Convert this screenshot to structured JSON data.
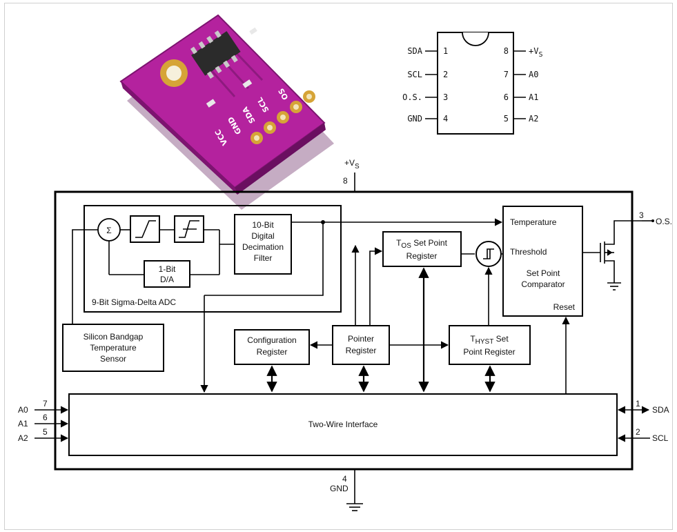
{
  "module": {
    "pins": [
      "VCC",
      "GND",
      "SDA",
      "SCL",
      "OS"
    ]
  },
  "pinout": {
    "left": [
      {
        "name": "SDA",
        "num": "1"
      },
      {
        "name": "SCL",
        "num": "2"
      },
      {
        "name": "O.S.",
        "num": "3"
      },
      {
        "name": "GND",
        "num": "4"
      }
    ],
    "right": [
      {
        "name": "+V",
        "sub": "S",
        "num": "8"
      },
      {
        "name": "A0",
        "num": "7"
      },
      {
        "name": "A1",
        "num": "6"
      },
      {
        "name": "A2",
        "num": "5"
      }
    ]
  },
  "diagram": {
    "vs_label": "+V",
    "vs_sub": "S",
    "vs_pin": "8",
    "gnd_label": "GND",
    "gnd_pin": "4",
    "adc_label": "9-Bit Sigma-Delta ADC",
    "sigma_symbol": "Σ",
    "dac_line1": "1-Bit",
    "dac_line2": "D/A",
    "filter_line1": "10-Bit",
    "filter_line2": "Digital",
    "filter_line3": "Decimation",
    "filter_line4": "Filter",
    "sensor_line1": "Silicon Bandgap",
    "sensor_line2": "Temperature",
    "sensor_line3": "Sensor",
    "tos_prefix": "T",
    "tos_sub": "OS",
    "tos_line1_rest": " Set Point",
    "tos_line2": "Register",
    "thyst_prefix": "T",
    "thyst_sub": "HYST",
    "thyst_line1_rest": " Set",
    "thyst_line2": "Point Register",
    "config_line1": "Configuration",
    "config_line2": "Register",
    "pointer_line1": "Pointer",
    "pointer_line2": "Register",
    "comp_temperature": "Temperature",
    "comp_threshold": "Threshold",
    "comp_line1": "Set Point",
    "comp_line2": "Comparator",
    "comp_reset": "Reset",
    "twi_label": "Two-Wire Interface",
    "os_pin": "3",
    "os_label": "O.S.",
    "sda_pin": "1",
    "sda_label": "SDA",
    "scl_pin": "2",
    "scl_label": "SCL",
    "addr_pins": [
      {
        "name": "A0",
        "num": "7"
      },
      {
        "name": "A1",
        "num": "6"
      },
      {
        "name": "A2",
        "num": "5"
      }
    ]
  },
  "colors": {
    "pcb": "#b4229e",
    "pcb_dark": "#7d1470",
    "gold": "#d6a437",
    "chip": "#2b2b2b"
  }
}
